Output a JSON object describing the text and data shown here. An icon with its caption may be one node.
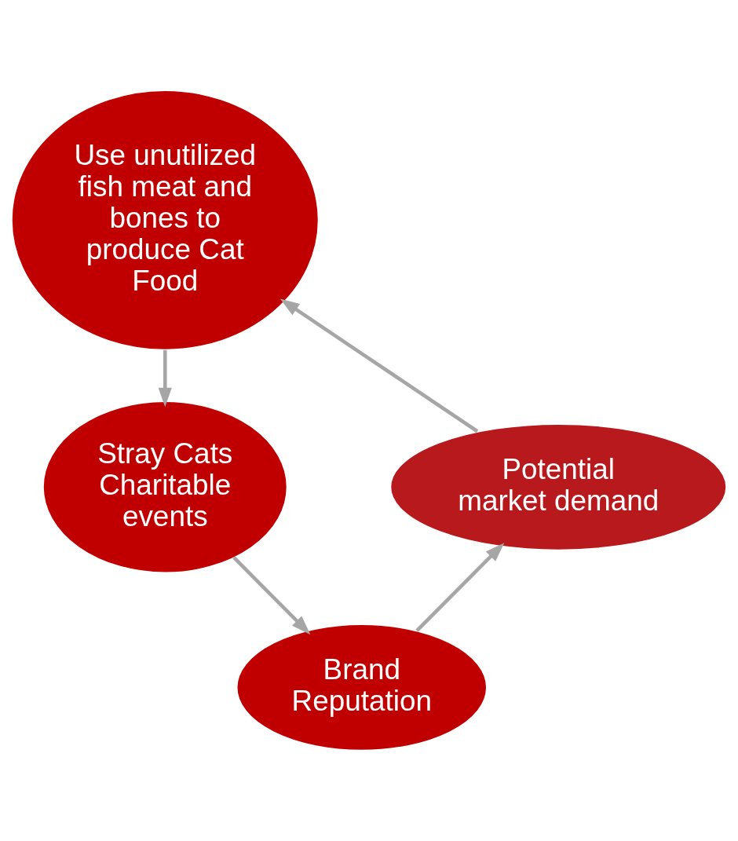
{
  "diagram": {
    "nodes": [
      {
        "text": [
          "Use unutilized fish meat and bones to produce Cat Food"
        ]
      },
      {
        "text": [
          "Stray Cats",
          "Charitable events"
        ]
      },
      {
        "text": [
          "Brand Reputation"
        ]
      },
      {
        "text": [
          "Potential market demand"
        ]
      }
    ],
    "edges": [
      {
        "from": 0,
        "to": 1,
        "arrow": "to"
      },
      {
        "from": 1,
        "to": 2,
        "arrow": "to"
      },
      {
        "from": 2,
        "to": 3,
        "arrow": "to"
      },
      {
        "from": 3,
        "to": 0,
        "arrow": "to"
      }
    ]
  }
}
